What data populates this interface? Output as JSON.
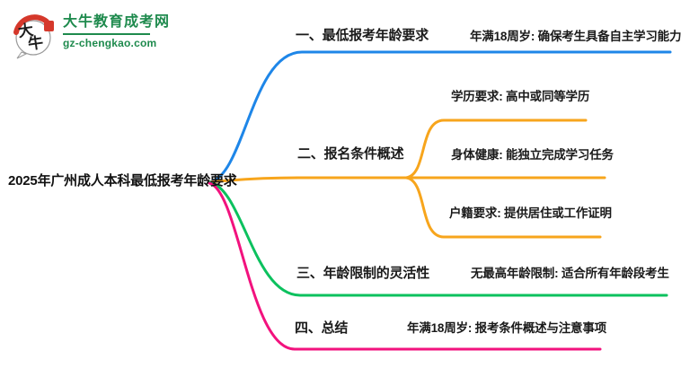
{
  "logo": {
    "brand_name": "大牛教育成考网",
    "domain": "gz-chengkao.com",
    "icon_char_1": "大",
    "icon_char_2": "牛",
    "brand_color": "#1E8A4D",
    "icon_red": "#D5382B"
  },
  "root": {
    "label": "2025年广州成人本科最低报考年龄要求"
  },
  "branches": [
    {
      "label": "一、最低报考年龄要求",
      "color": "#1E86E8",
      "children": [
        "年满18周岁: 确保考生具备自主学习能力"
      ]
    },
    {
      "label": "二、报名条件概述",
      "color": "#F7A51C",
      "children": [
        "学历要求: 高中或同等学历",
        "身体健康: 能独立完成学习任务",
        "户籍要求: 提供居住或工作证明"
      ]
    },
    {
      "label": "三、年龄限制的灵活性",
      "color": "#0CC15E",
      "children": [
        "无最高年龄限制: 适合所有年龄段考生"
      ]
    },
    {
      "label": "四、总结",
      "color": "#F2127E",
      "children": [
        "年满18周岁: 报考条件概述与注意事项"
      ]
    }
  ]
}
